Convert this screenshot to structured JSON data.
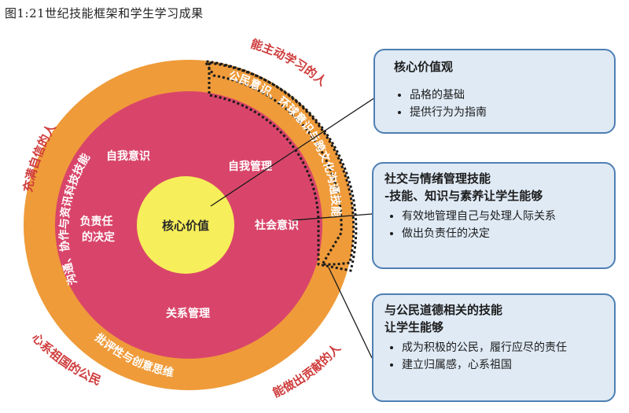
{
  "figure_title": "图1:21世纪技能框架和学生学习成果",
  "diagram": {
    "core_label": "核心价值",
    "inner_labels": {
      "self_awareness": "自我意识",
      "self_management": "自我管理",
      "responsible_decision": "负责任\n的决定",
      "social_awareness": "社会意识",
      "relationship_management": "关系管理"
    },
    "ring_labels": {
      "communication": "沟通、协作与资讯科技技能",
      "civic_awareness": "公民意识、环球意识与跨文化沟通技能",
      "critical_thinking": "批评性与创意思维"
    },
    "outcomes": {
      "confident": "充满自信的人",
      "self_directed": "能主动学习的人",
      "concerned_citizen": "心系祖国的公民",
      "active_contributor": "能做出贡献的人"
    },
    "colors": {
      "outer_ring": "#ef9b3a",
      "inner_circle": "#d9456a",
      "core": "#f6ee5a",
      "outcome_text": "#cf3b3b",
      "box_border": "#4f7fb3",
      "box_fill": "#dfeaf5"
    }
  },
  "boxes": {
    "core_values": {
      "title": "核心价值观",
      "items": [
        "品格的基础",
        "提供行为为指南"
      ]
    },
    "social_emotional": {
      "title": "社交与情绪管理技能",
      "subtitle": "-技能、知识与素养让学生能够",
      "items": [
        "有效地管理自己与处理人际关系",
        "做出负责任的决定"
      ]
    },
    "civic_moral": {
      "title": "与公民道德相关的技能",
      "subtitle": "让学生能够",
      "items": [
        "成为积极的公民，履行应尽的责任",
        "建立归属感，心系祖国"
      ]
    }
  }
}
